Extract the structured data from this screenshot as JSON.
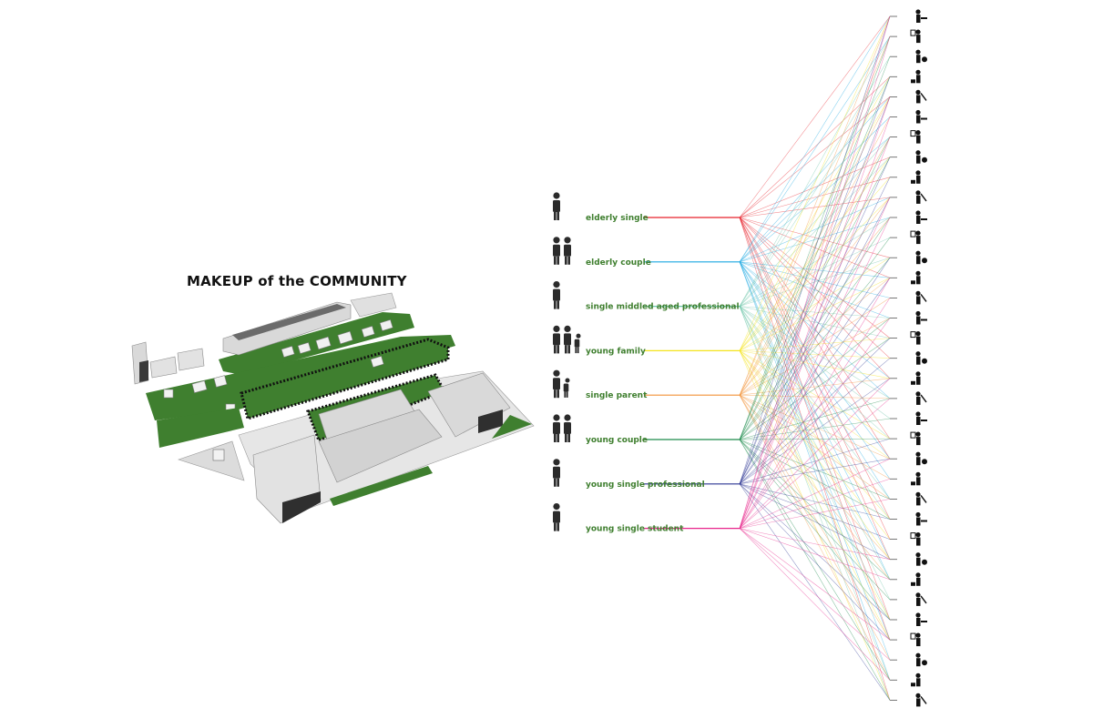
{
  "title": "MAKEUP of the COMMUNITY",
  "colors": {
    "green": "#3f7f2f",
    "building": "#d9d9d9",
    "building_side": "#bfbfbf",
    "building_dark": "#5a5a5a"
  },
  "groups": [
    {
      "label": "elderly single",
      "icon": "elderly-single-icon",
      "color": "#e8202a"
    },
    {
      "label": "elderly couple",
      "icon": "elderly-couple-icon",
      "color": "#1aa7e1"
    },
    {
      "label": "single middled aged professional",
      "icon": "middle-aged-professional-icon",
      "color": "#6cc5a8"
    },
    {
      "label": "young family",
      "icon": "young-family-icon",
      "color": "#f4e31b"
    },
    {
      "label": "single parent",
      "icon": "single-parent-icon",
      "color": "#f29137"
    },
    {
      "label": "young couple",
      "icon": "young-couple-icon",
      "color": "#1c8a4a"
    },
    {
      "label": "young single professional",
      "icon": "young-single-professional-icon",
      "color": "#2c3593"
    },
    {
      "label": "young single student",
      "icon": "young-single-student-icon",
      "color": "#e8248a"
    }
  ],
  "activities": [
    {
      "icon": "tutoring-icon"
    },
    {
      "icon": "presentation-icon"
    },
    {
      "icon": "desk-work-icon"
    },
    {
      "icon": "craft-workshop-icon"
    },
    {
      "icon": "study-group-icon"
    },
    {
      "icon": "film-camera-icon"
    },
    {
      "icon": "walking-pair-icon"
    },
    {
      "icon": "ball-game-icon"
    },
    {
      "icon": "dancing-icon"
    },
    {
      "icon": "food-truck-icon"
    },
    {
      "icon": "outdoor-screening-icon"
    },
    {
      "icon": "golf-icon"
    },
    {
      "icon": "swimming-icon"
    },
    {
      "icon": "picnic-table-icon"
    },
    {
      "icon": "barbecue-icon"
    },
    {
      "icon": "group-table-icon"
    },
    {
      "icon": "gardening-icon"
    },
    {
      "icon": "exercise-bike-icon"
    },
    {
      "icon": "couple-standing-icon"
    },
    {
      "icon": "juggling-icon"
    },
    {
      "icon": "dog-walking-icon"
    },
    {
      "icon": "sunbathing-icon"
    },
    {
      "icon": "reclining-chair-icon"
    },
    {
      "icon": "massage-icon"
    },
    {
      "icon": "tennis-icon"
    },
    {
      "icon": "drinking-icon"
    },
    {
      "icon": "cooking-icon"
    },
    {
      "icon": "market-stall-icon"
    },
    {
      "icon": "climbing-icon"
    },
    {
      "icon": "painting-icon"
    },
    {
      "icon": "art-easel-icon"
    },
    {
      "icon": "skateboard-icon"
    },
    {
      "icon": "reading-icon"
    },
    {
      "icon": "lounging-icon"
    },
    {
      "icon": "sitting-crafts-icon"
    }
  ]
}
